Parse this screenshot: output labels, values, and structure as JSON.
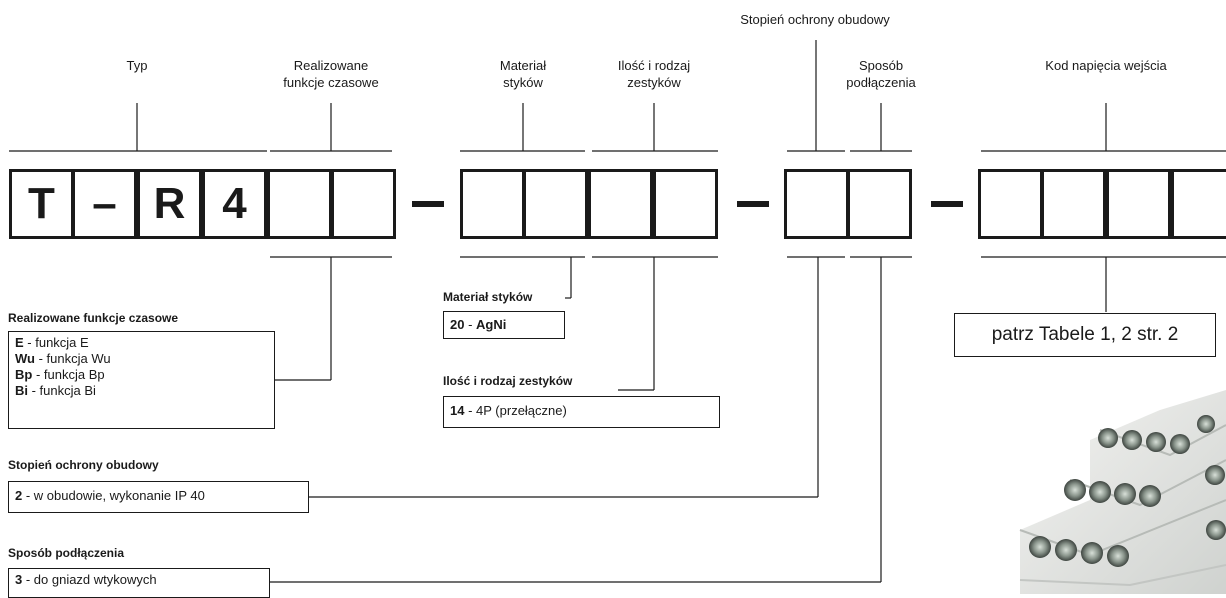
{
  "code_cells": [
    "T",
    "–",
    "R",
    "4",
    "",
    "",
    "",
    "",
    "",
    "",
    "",
    "",
    "",
    "",
    "",
    ""
  ],
  "separators": [
    "–",
    "–",
    "–"
  ],
  "headers": {
    "typ": "Typ",
    "funkcje_l1": "Realizowane",
    "funkcje_l2": "funkcje czasowe",
    "material_l1": "Materiał",
    "material_l2": "styków",
    "ilosc_l1": "Ilość i rodzaj",
    "ilosc_l2": "zestyków",
    "stopien": "Stopień ochrony obudowy",
    "sposob_l1": "Sposób",
    "sposob_l2": "podłączenia",
    "kod": "Kod napięcia wejścia"
  },
  "legend": {
    "funkcje": {
      "title": "Realizowane funkcje czasowe",
      "items": [
        {
          "code": "E",
          "text": " - funkcja E"
        },
        {
          "code": "Wu",
          "text": " - funkcja Wu"
        },
        {
          "code": "Bp",
          "text": " - funkcja Bp"
        },
        {
          "code": "Bi",
          "text": " - funkcja Bi"
        }
      ]
    },
    "material": {
      "title": "Materiał styków",
      "code": "20",
      "sep": " - ",
      "value": "AgNi"
    },
    "ilosc": {
      "title": "Ilość i rodzaj zestyków",
      "code": "14",
      "text": " - 4P (przełączne)"
    },
    "stopien": {
      "title": "Stopień ochrony obudowy",
      "code": "2",
      "text": " - w obudowie, wykonanie IP 40"
    },
    "sposob": {
      "title": "Sposób podłączenia",
      "code": "3",
      "text": " - do gniazd wtykowych"
    },
    "kod_ref": "patrz Tabele 1, 2  str. 2"
  }
}
